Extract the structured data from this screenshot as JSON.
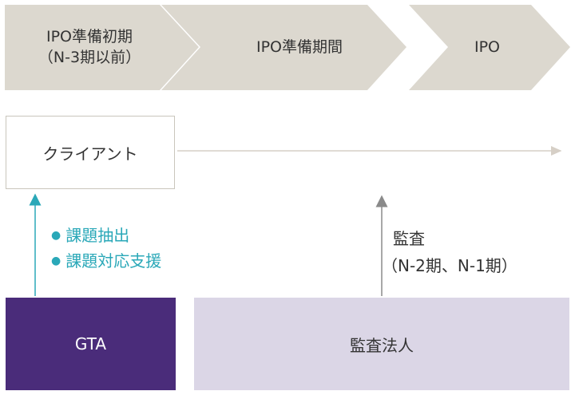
{
  "phases": [
    {
      "line1": "IPO準備初期",
      "line2": "（N-3期以前）"
    },
    {
      "line1": "IPO準備期間",
      "line2": ""
    },
    {
      "line1": "IPO",
      "line2": ""
    }
  ],
  "client": {
    "label": "クライアント"
  },
  "gta": {
    "label": "GTA"
  },
  "audit_firm": {
    "label": "監査法人"
  },
  "gta_support": {
    "items": [
      "課題抽出",
      "課題対応支援"
    ]
  },
  "audit": {
    "line1": "監査",
    "line2": "（N-2期、N-1期）"
  },
  "colors": {
    "phase_fill": "#dcd8cf",
    "gta_fill": "#4a2c7a",
    "audit_fill": "#dbd6e6",
    "support_text": "#2aa8b8",
    "support_arrow": "#2aa8b8",
    "audit_arrow": "#8a8a8a",
    "timeline_arrow": "#d6cfc6"
  }
}
